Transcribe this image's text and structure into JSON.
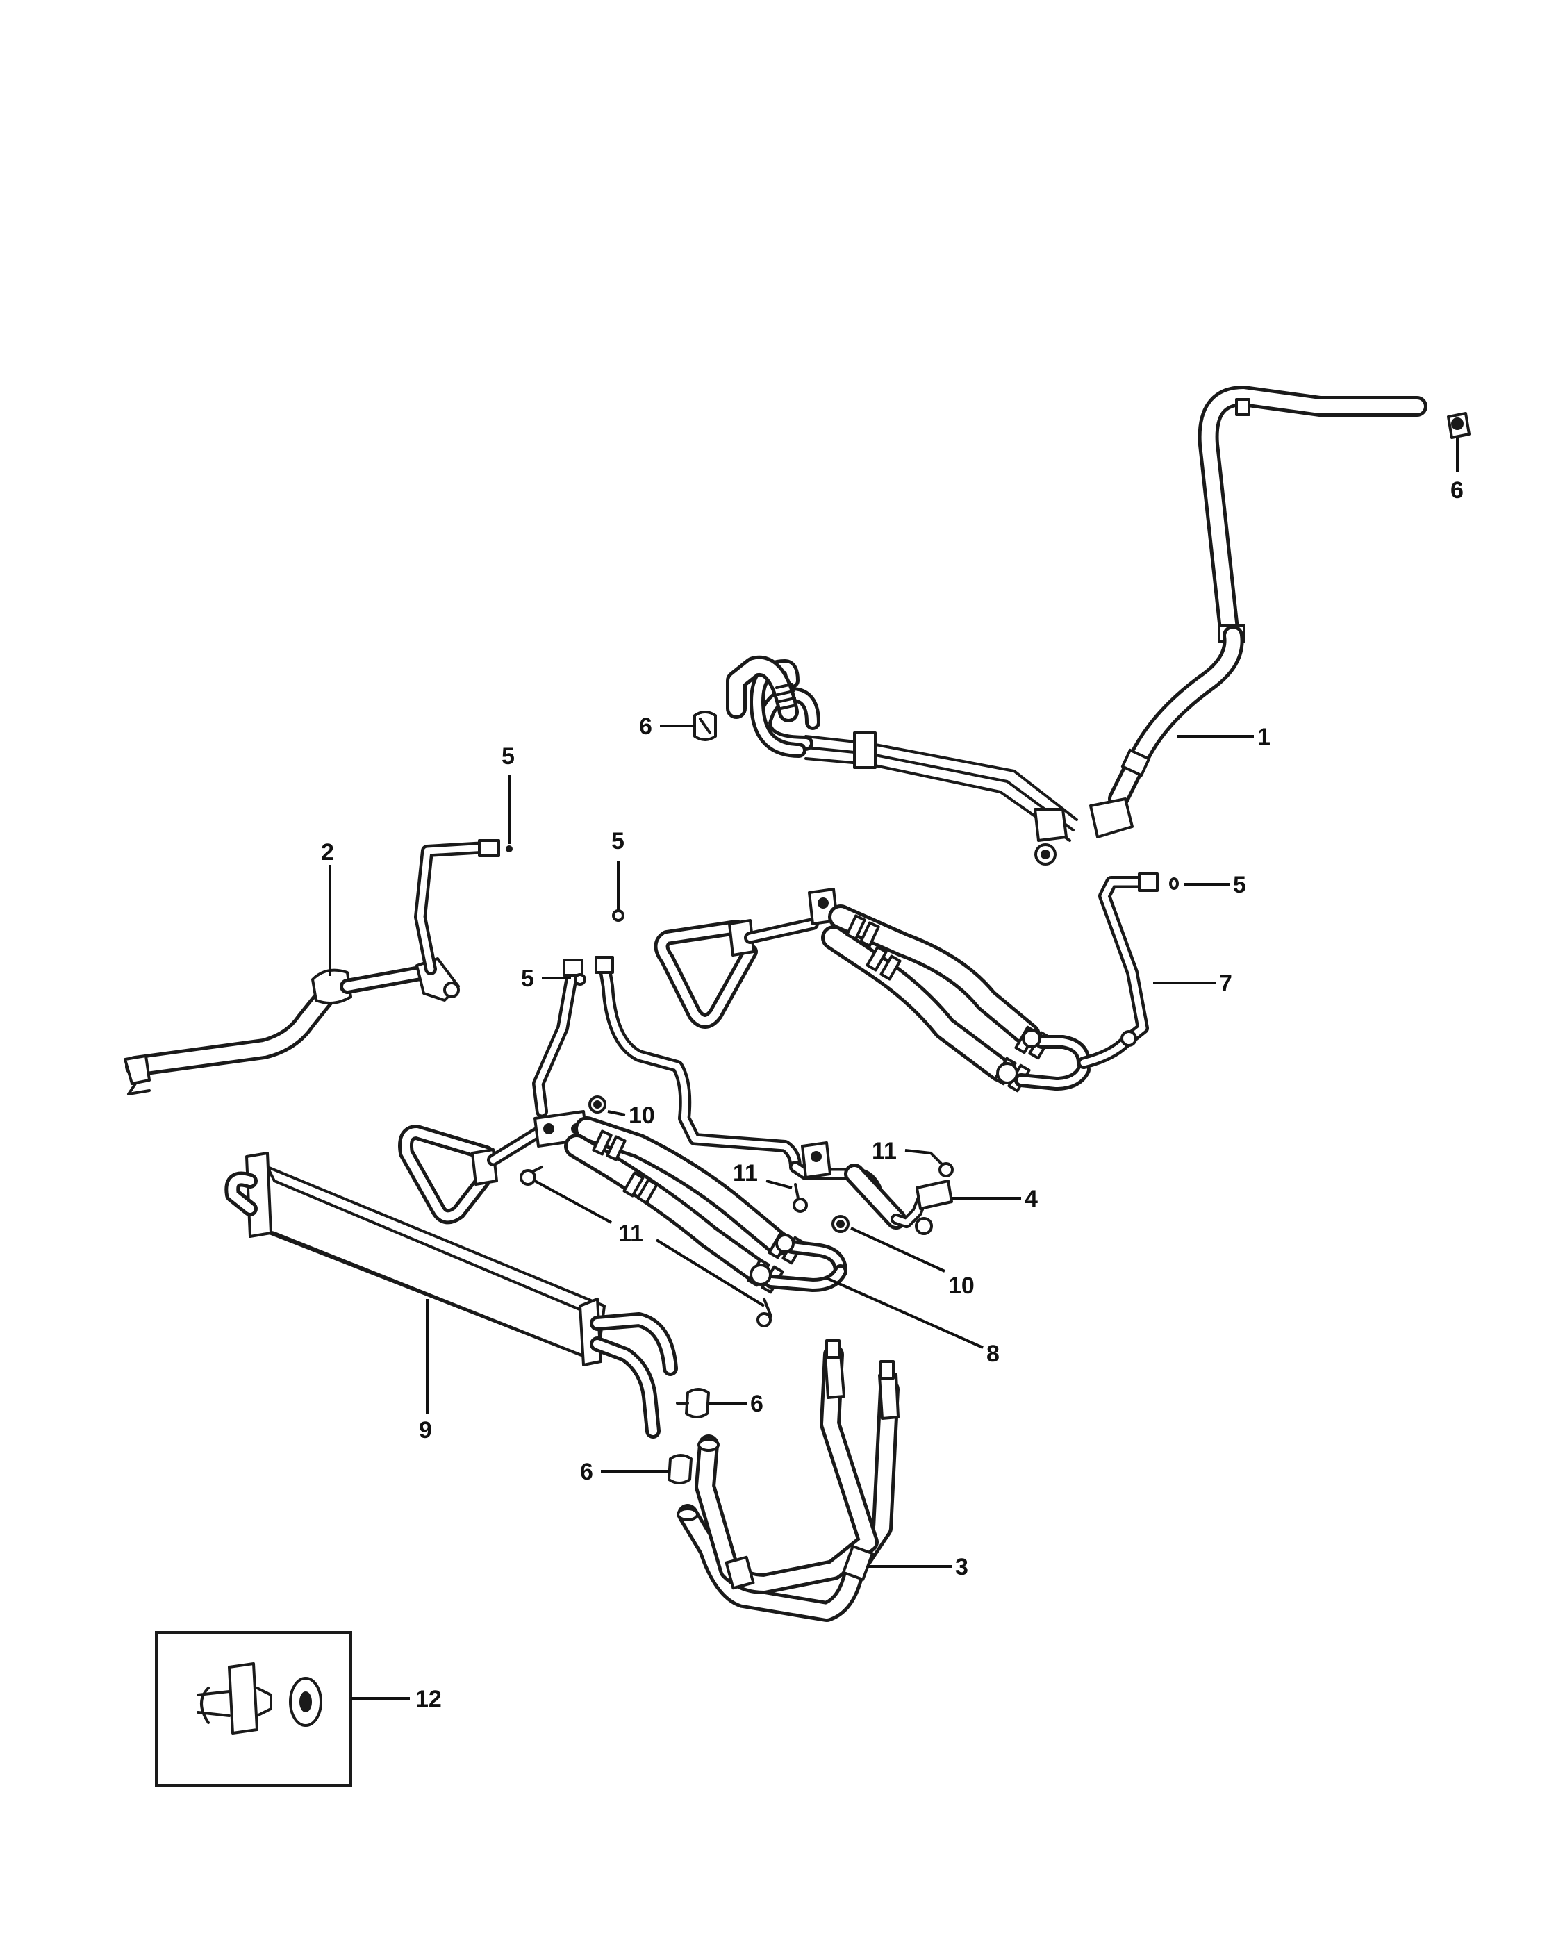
{
  "callouts": [
    {
      "id": "c1",
      "label": "1"
    },
    {
      "id": "c2",
      "label": "2"
    },
    {
      "id": "c3",
      "label": "3"
    },
    {
      "id": "c4",
      "label": "4"
    },
    {
      "id": "c5a",
      "label": "5"
    },
    {
      "id": "c5b",
      "label": "5"
    },
    {
      "id": "c5c",
      "label": "5"
    },
    {
      "id": "c5d",
      "label": "5"
    },
    {
      "id": "c6a",
      "label": "6"
    },
    {
      "id": "c6b",
      "label": "6"
    },
    {
      "id": "c6c",
      "label": "6"
    },
    {
      "id": "c6d",
      "label": "6"
    },
    {
      "id": "c7",
      "label": "7"
    },
    {
      "id": "c8",
      "label": "8"
    },
    {
      "id": "c9",
      "label": "9"
    },
    {
      "id": "c10a",
      "label": "10"
    },
    {
      "id": "c10b",
      "label": "10"
    },
    {
      "id": "c11a",
      "label": "11"
    },
    {
      "id": "c11b",
      "label": "11"
    },
    {
      "id": "c11c",
      "label": "11"
    },
    {
      "id": "c12",
      "label": "12"
    }
  ]
}
